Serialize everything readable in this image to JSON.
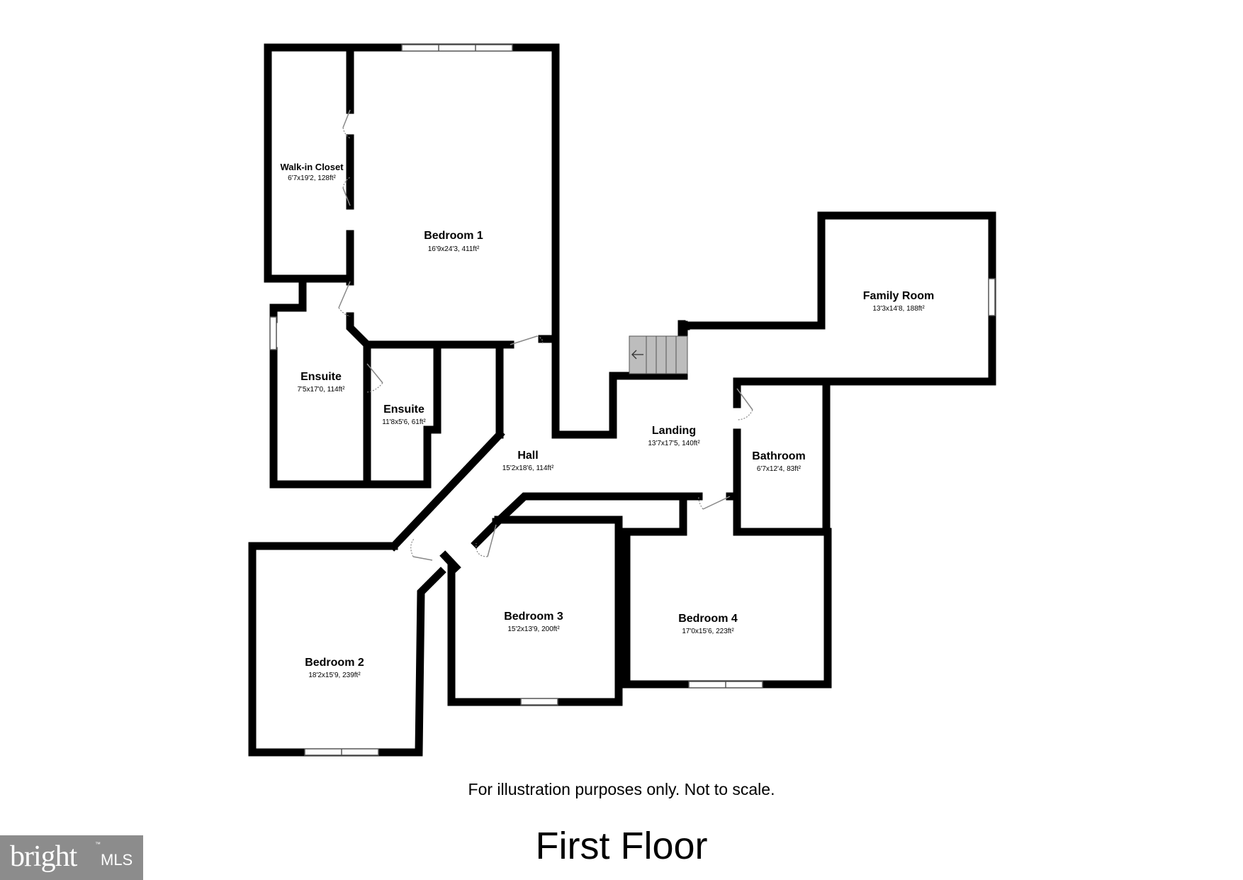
{
  "rooms": [
    {
      "id": "walkin",
      "name": "Walk-in Closet",
      "dims": "6'7x19'2, 128ft²"
    },
    {
      "id": "bedroom1",
      "name": "Bedroom 1",
      "dims": "16'9x24'3, 411ft²"
    },
    {
      "id": "family",
      "name": "Family Room",
      "dims": "13'3x14'8, 188ft²"
    },
    {
      "id": "ensuite1",
      "name": "Ensuite",
      "dims": "7'5x17'0, 114ft²"
    },
    {
      "id": "ensuite2",
      "name": "Ensuite",
      "dims": "11'8x5'6, 61ft²"
    },
    {
      "id": "landing",
      "name": "Landing",
      "dims": "13'7x17'5, 140ft²"
    },
    {
      "id": "hall",
      "name": "Hall",
      "dims": "15'2x18'6, 114ft²"
    },
    {
      "id": "bathroom",
      "name": "Bathroom",
      "dims": "6'7x12'4, 83ft²"
    },
    {
      "id": "bedroom3",
      "name": "Bedroom 3",
      "dims": "15'2x13'9, 200ft²"
    },
    {
      "id": "bedroom4",
      "name": "Bedroom 4",
      "dims": "17'0x15'6, 223ft²"
    },
    {
      "id": "bedroom2",
      "name": "Bedroom 2",
      "dims": "18'2x15'9, 239ft²"
    }
  ],
  "disclaimer": "For illustration purposes only. Not to scale.",
  "floor_title": "First Floor",
  "logo": {
    "word": "bright",
    "suffix": "MLS",
    "tm": "™"
  },
  "colors": {
    "wall": "#000000",
    "stairs": "#bdbdbd",
    "logo_bg": "#8c8c8c"
  }
}
